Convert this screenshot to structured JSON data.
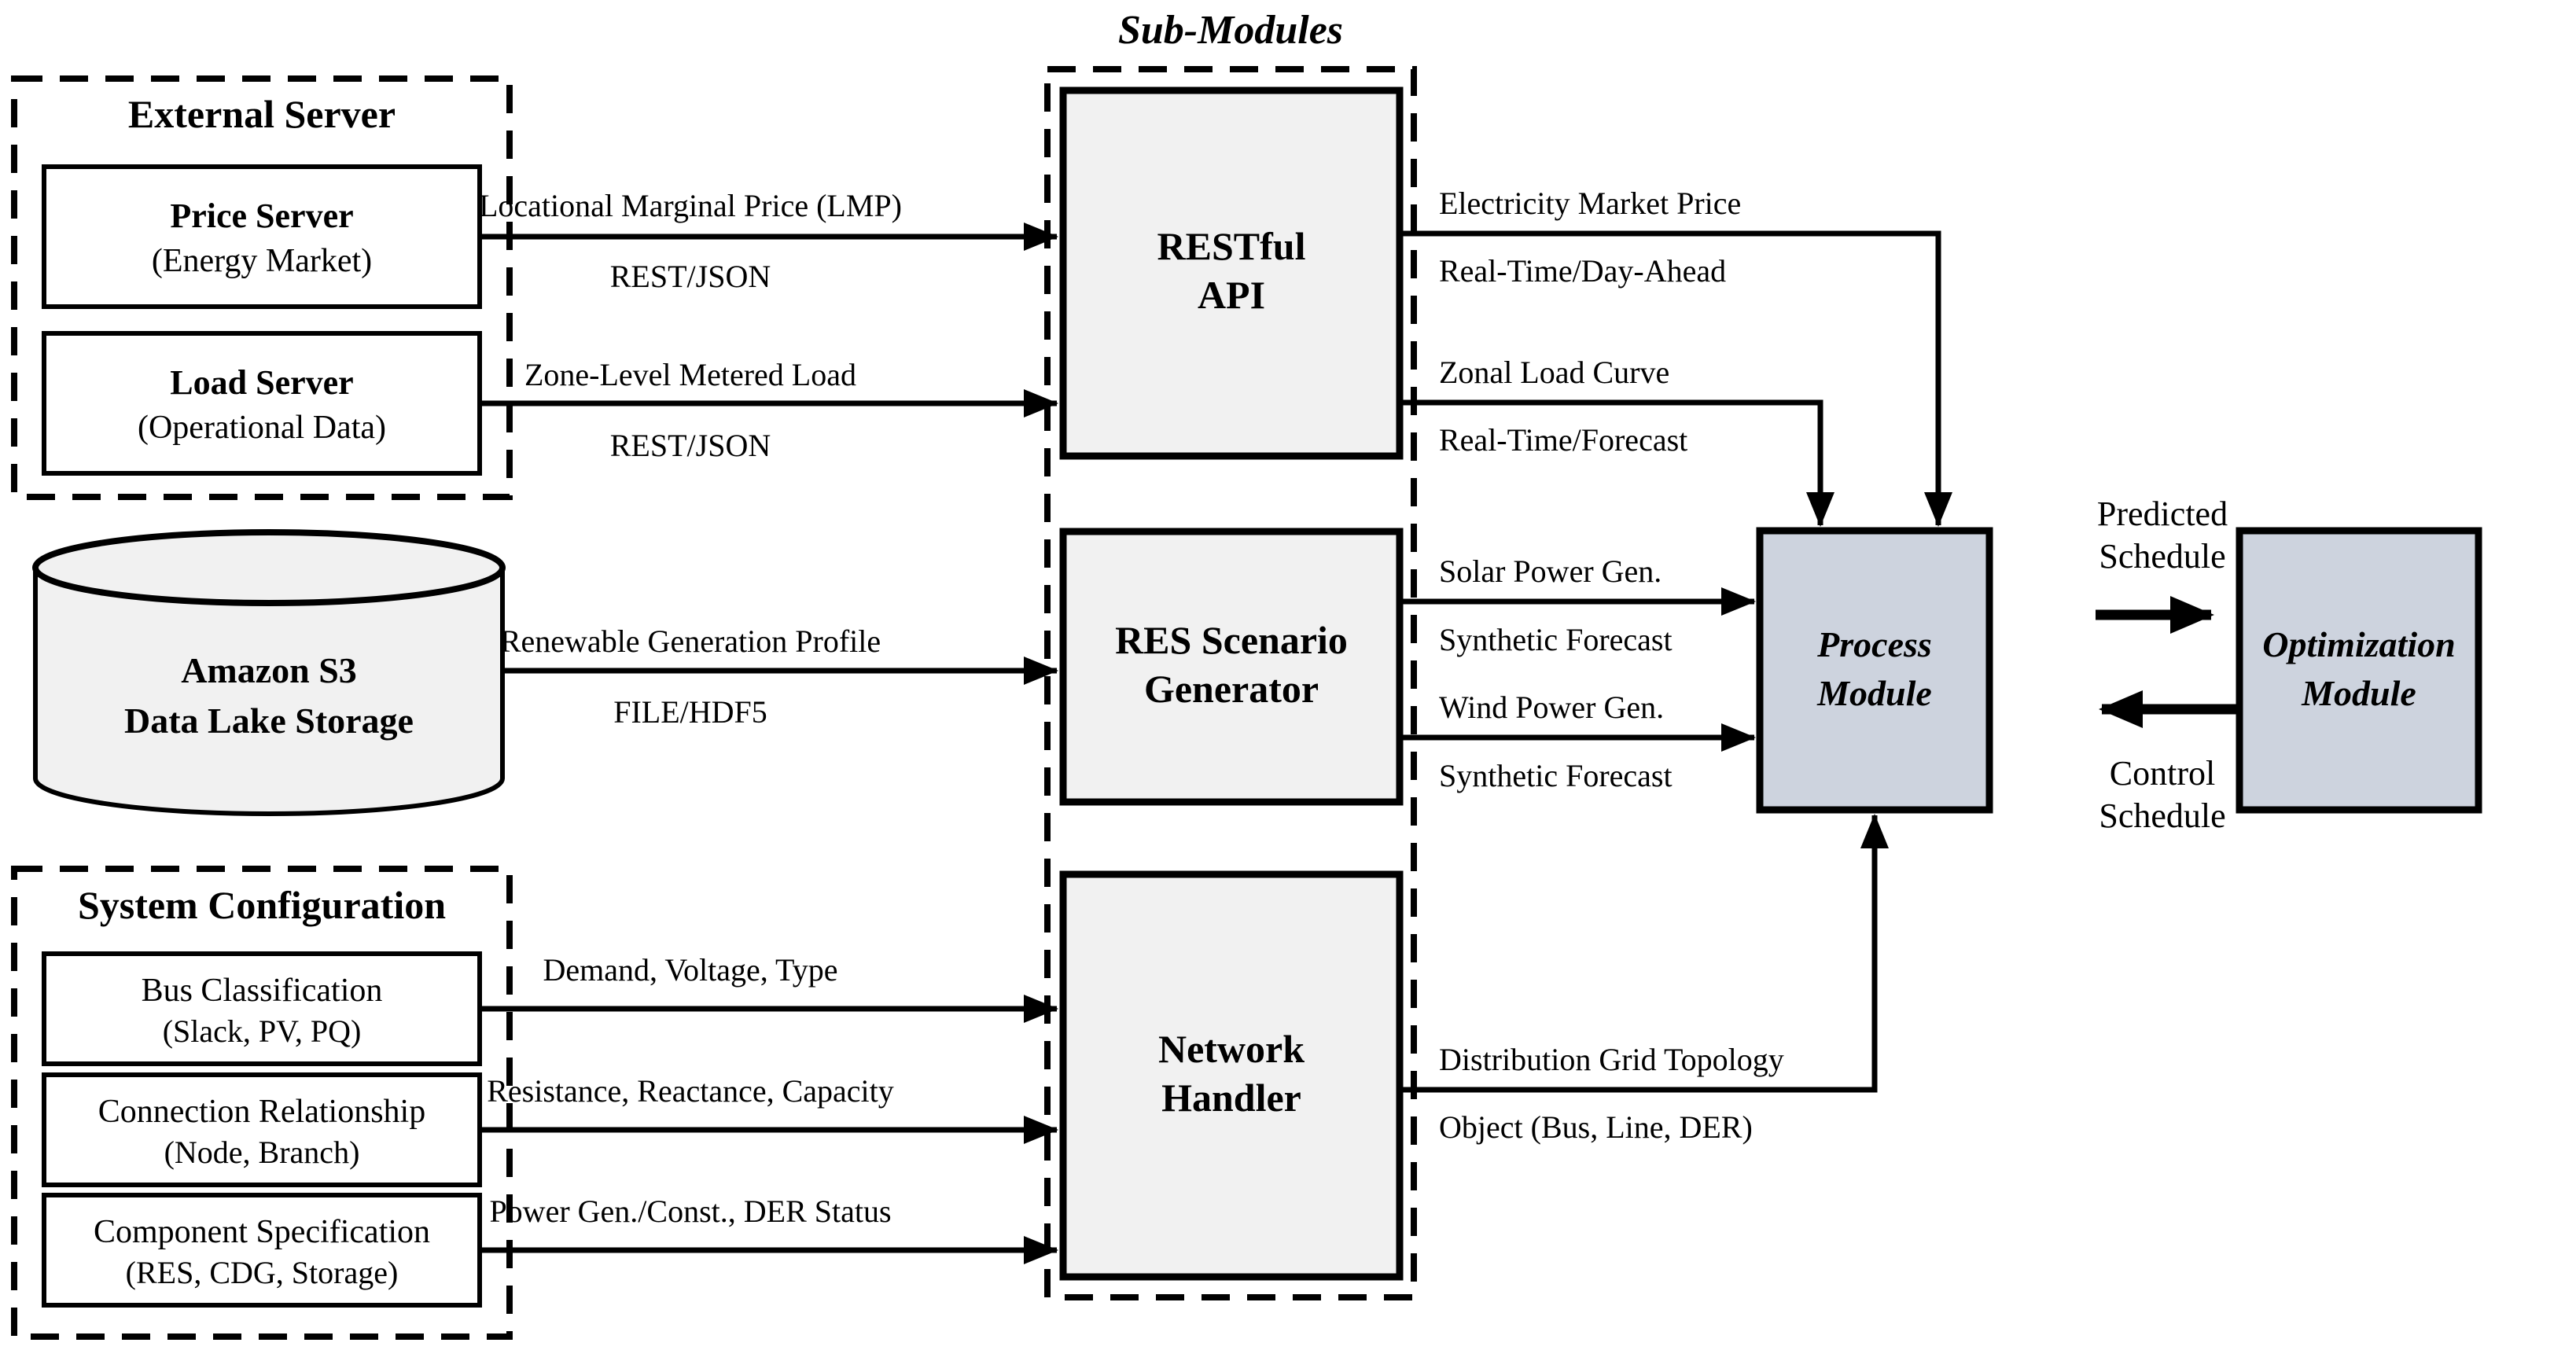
{
  "submodules_header": "Sub-Modules",
  "external_server": {
    "title": "External Server",
    "price_server": {
      "line1": "Price Server",
      "line2": "(Energy Market)"
    },
    "load_server": {
      "line1": "Load Server",
      "line2": "(Operational Data)"
    }
  },
  "s3": {
    "line1": "Amazon S3",
    "line2": "Data Lake Storage"
  },
  "system_configuration": {
    "title": "System Configuration",
    "bus": {
      "line1": "Bus Classification",
      "line2": "(Slack, PV, PQ)"
    },
    "connection": {
      "line1": "Connection Relationship",
      "line2": "(Node, Branch)"
    },
    "component": {
      "line1": "Component Specification",
      "line2": "(RES, CDG, Storage)"
    }
  },
  "submodules": {
    "restful_api": {
      "line1": "RESTful",
      "line2": "API"
    },
    "res_generator": {
      "line1": "RES Scenario",
      "line2": "Generator"
    },
    "network_handler": {
      "line1": "Network",
      "line2": "Handler"
    }
  },
  "process_module": {
    "line1": "Process",
    "line2": "Module"
  },
  "optimization_module": {
    "line1": "Optimization",
    "line2": "Module"
  },
  "flows": {
    "lmp": {
      "above": "Locational Marginal Price (LMP)",
      "below": "REST/JSON"
    },
    "zone": {
      "above": "Zone-Level Metered Load",
      "below": "REST/JSON"
    },
    "renewable": {
      "above": "Renewable Generation Profile",
      "below": "FILE/HDF5"
    },
    "demand": {
      "above": "Demand, Voltage, Type"
    },
    "resistance": {
      "above": "Resistance, Reactance, Capacity"
    },
    "power": {
      "above": "Power Gen./Const., DER Status"
    },
    "market": {
      "above": "Electricity Market Price",
      "below": "Real-Time/Day-Ahead"
    },
    "zonal": {
      "above": "Zonal Load Curve",
      "below": "Real-Time/Forecast"
    },
    "solar": {
      "above": "Solar Power Gen.",
      "below": "Synthetic Forecast"
    },
    "wind": {
      "above": "Wind Power Gen.",
      "below": "Synthetic Forecast"
    },
    "topology": {
      "above": "Distribution Grid Topology",
      "below": "Object (Bus, Line, DER)"
    },
    "predicted": {
      "line1": "Predicted",
      "line2": "Schedule"
    },
    "control": {
      "line1": "Control",
      "line2": "Schedule"
    }
  },
  "colors": {
    "container_fill": "#f1f1f1",
    "submodule_fill": "#f1f1f1",
    "inner_fill": "#ffffff",
    "module_fill": "#cdd3de",
    "stroke": "#000000"
  }
}
